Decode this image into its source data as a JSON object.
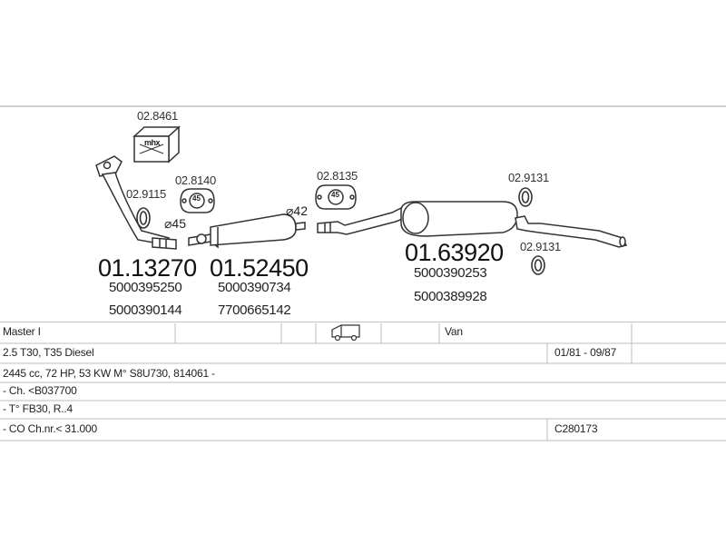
{
  "parts": {
    "box_part": "02.8461",
    "gasket_45_part": "02.8140",
    "gasket_45_label": "45",
    "gasket_48_part": "02.8135",
    "gasket_48_label": "45",
    "clamp_front_part": "02.9115",
    "ring_upper_part": "02.9131",
    "ring_lower_part": "02.9131",
    "diameter_1": "⌀45",
    "diameter_2": "⌀42",
    "box_label": "mhx"
  },
  "assemblies": [
    {
      "number": "01.13270",
      "oem": [
        "5000395250",
        "5000390144"
      ]
    },
    {
      "number": "01.52450",
      "oem": [
        "5000390734",
        "7700665142"
      ]
    },
    {
      "number": "01.63920",
      "oem": [
        "5000390253",
        "5000389928"
      ]
    }
  ],
  "vehicle": {
    "model": "Master I",
    "body_type": "Van",
    "variant": "2.5 T30, T35 Diesel",
    "years": "01/81 - 09/87",
    "engine": "2445 cc, 72 HP, 53 KW M° S8U730, 814061 -",
    "chassis": "- Ch. <B037700",
    "type": "- T° FB30, R..4",
    "co": "- CO Ch.nr.< 31.000",
    "code": "C280173"
  }
}
